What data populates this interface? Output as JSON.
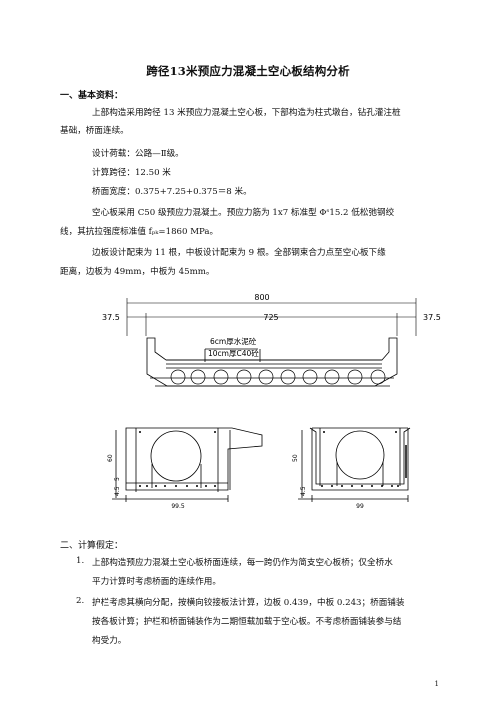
{
  "title": "跨径13米预应力混凝土空心板结构分析",
  "sections": {
    "basic": {
      "heading": "一、基本资料：",
      "p1a": "上部构造采用跨径 13 米预应力混凝土空心板，下部构造为柱式墩台，钻孔灌注桩",
      "p1b": "基础，桥面连续。",
      "load": "设计荷载：公路—Ⅱ级。",
      "span": "计算跨径：12.50 米",
      "width": "桥面宽度：0.375+7.25+0.375＝8 米。",
      "p2a": "空心板采用 C50 级预应力混凝土。预应力筋为 1x7 标准型 Φˢ15.2 低松弛钢绞",
      "p2b": "线，其抗拉强度标准值 fₚₖ=1860 MPa。",
      "p3a": "边板设计配束为 11 根，中板设计配束为 9 根。全部钢束合力点至空心板下缘",
      "p3b": "距离，边板为 49mm，中板为 45mm。"
    },
    "assumptions": {
      "heading": "二、计算假定：",
      "i1_no": "1.",
      "i1a": "上部构造预应力混凝土空心板桥面连续，每一跨仍作为简支空心板桥；仅全桥水",
      "i1b": "平力计算时考虑桥面的连续作用。",
      "i2_no": "2.",
      "i2a": "护栏考虑其横向分配，按横向铰接板法计算，边板 0.439，中板 0.243；桥面铺装",
      "i2b": "按各板计算；护栏和桥面铺装作为二期恒载加载于空心板。不考虑桥面铺装参与结",
      "i2c": "构受力。"
    }
  },
  "drawing": {
    "total": "800",
    "left": "37.5",
    "mid": "725",
    "right": "37.5",
    "layer1": "6cm厚水泥砼",
    "layer2": "10cm厚C40砼",
    "edge_h": "60",
    "edge_a": "5",
    "edge_b": "4.5",
    "edge_w": "99.5",
    "mid_h": "50",
    "mid_a": "4.5",
    "mid_w": "99"
  },
  "page_number": "1"
}
